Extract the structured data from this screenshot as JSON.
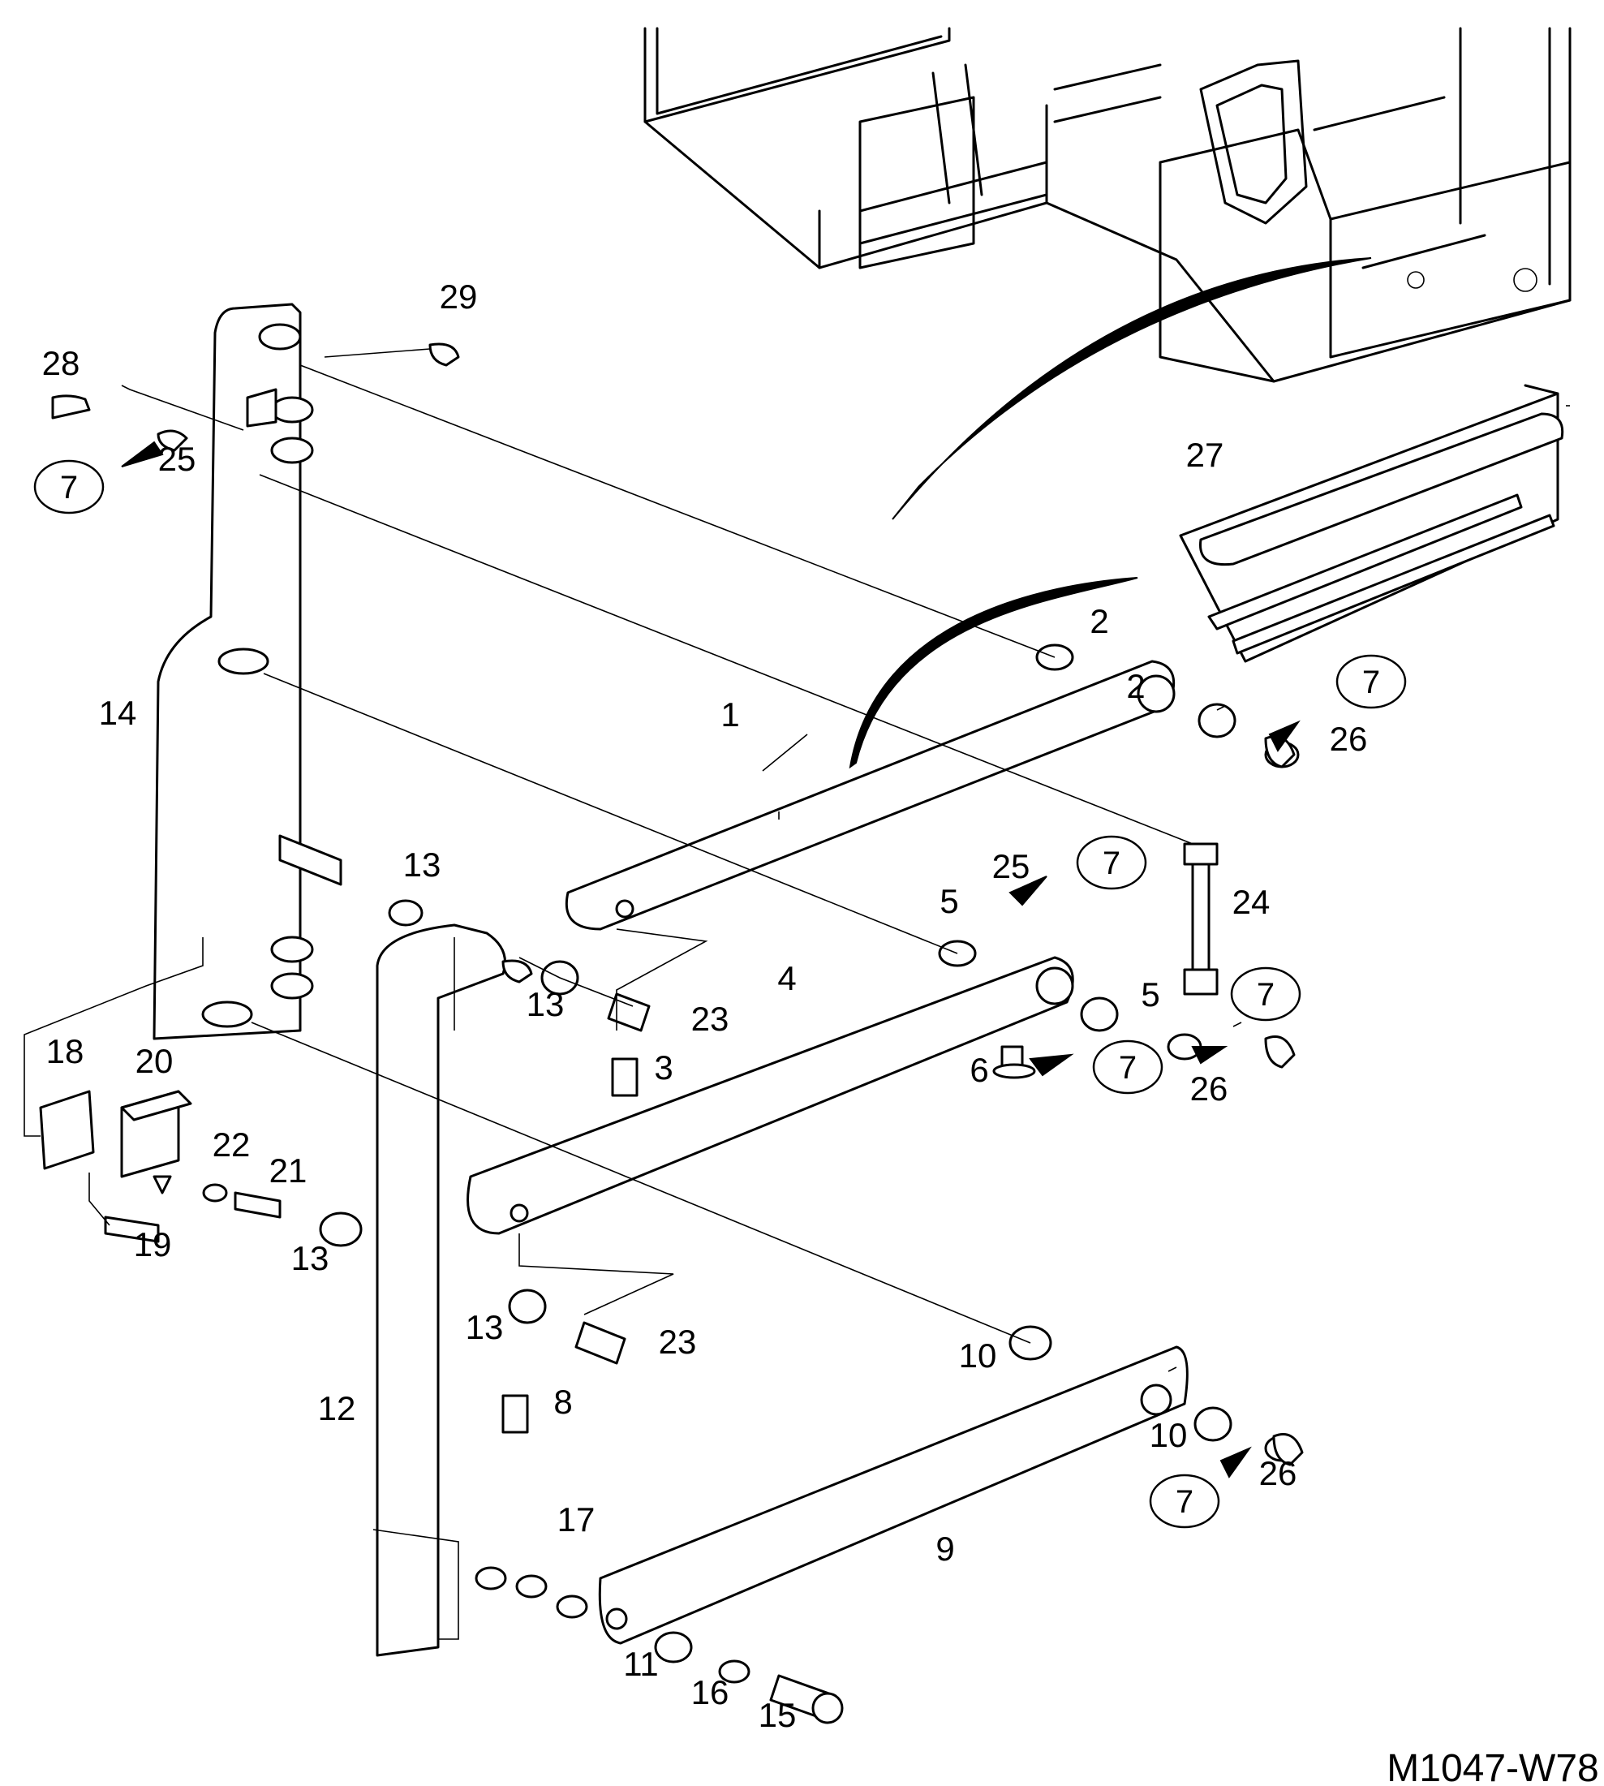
{
  "diagram": {
    "code": "M1047-W78",
    "callouts": [
      {
        "id": "c1",
        "label": "1"
      },
      {
        "id": "c2a",
        "label": "2"
      },
      {
        "id": "c2b",
        "label": "2"
      },
      {
        "id": "c3",
        "label": "3"
      },
      {
        "id": "c4",
        "label": "4"
      },
      {
        "id": "c5a",
        "label": "5"
      },
      {
        "id": "c5b",
        "label": "5"
      },
      {
        "id": "c6",
        "label": "6"
      },
      {
        "id": "c8",
        "label": "8"
      },
      {
        "id": "c9",
        "label": "9"
      },
      {
        "id": "c10a",
        "label": "10"
      },
      {
        "id": "c10b",
        "label": "10"
      },
      {
        "id": "c11",
        "label": "11"
      },
      {
        "id": "c12",
        "label": "12"
      },
      {
        "id": "c13a",
        "label": "13"
      },
      {
        "id": "c13b",
        "label": "13"
      },
      {
        "id": "c13c",
        "label": "13"
      },
      {
        "id": "c13d",
        "label": "13"
      },
      {
        "id": "c14",
        "label": "14"
      },
      {
        "id": "c15",
        "label": "15"
      },
      {
        "id": "c16",
        "label": "16"
      },
      {
        "id": "c17",
        "label": "17"
      },
      {
        "id": "c18",
        "label": "18"
      },
      {
        "id": "c19",
        "label": "19"
      },
      {
        "id": "c20",
        "label": "20"
      },
      {
        "id": "c21",
        "label": "21"
      },
      {
        "id": "c22",
        "label": "22"
      },
      {
        "id": "c23a",
        "label": "23"
      },
      {
        "id": "c23b",
        "label": "23"
      },
      {
        "id": "c24",
        "label": "24"
      },
      {
        "id": "c25a",
        "label": "25"
      },
      {
        "id": "c25b",
        "label": "25"
      },
      {
        "id": "c26a",
        "label": "26"
      },
      {
        "id": "c26b",
        "label": "26"
      },
      {
        "id": "c26c",
        "label": "26"
      },
      {
        "id": "c27",
        "label": "27"
      },
      {
        "id": "c28",
        "label": "28"
      },
      {
        "id": "c29",
        "label": "29"
      }
    ],
    "circled_callouts": [
      {
        "id": "k1",
        "label": "7"
      },
      {
        "id": "k2",
        "label": "7"
      },
      {
        "id": "k3",
        "label": "7"
      },
      {
        "id": "k4",
        "label": "7"
      },
      {
        "id": "k5",
        "label": "7"
      },
      {
        "id": "k6",
        "label": "7"
      }
    ]
  }
}
